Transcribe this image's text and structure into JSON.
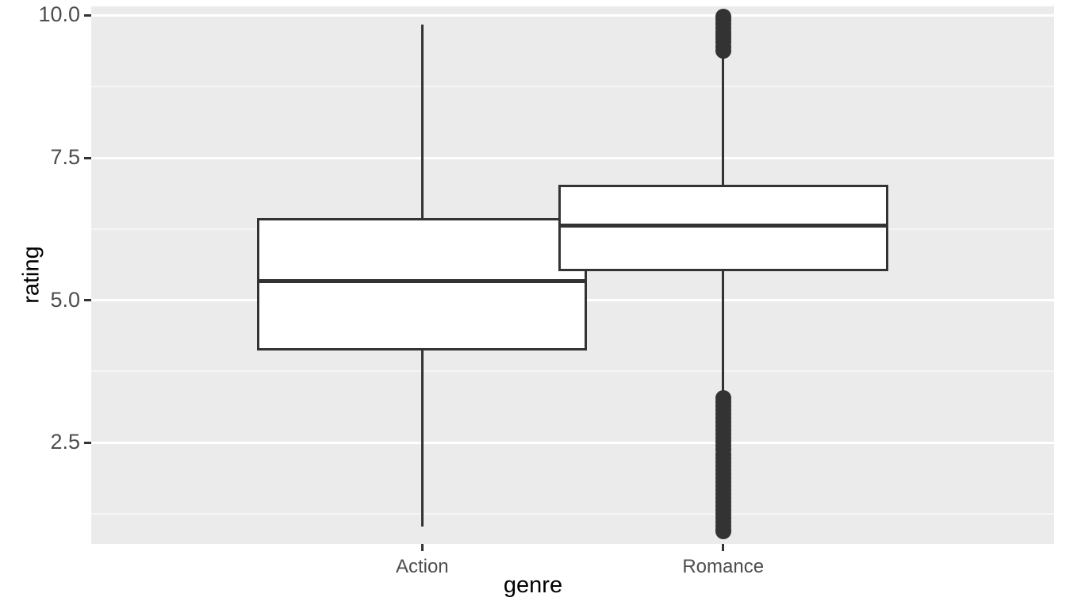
{
  "chart_data": {
    "type": "box",
    "title": "",
    "xlabel": "genre",
    "ylabel": "rating",
    "xcategories": [
      "Action",
      "Romance"
    ],
    "ylim": [
      0.72,
      10.16
    ],
    "yticks": [
      2.5,
      5.0,
      7.5,
      10.0
    ],
    "ytick_labels": [
      "2.5",
      "5.0",
      "7.5",
      "10.0"
    ],
    "yminor_ticks": [
      1.25,
      3.75,
      6.25,
      8.75
    ],
    "grid": true,
    "legend": "none",
    "panel_background": "#EBEBEB",
    "grid_color": "#FFFFFF",
    "ink_color": "#333333",
    "boxes": [
      {
        "name": "Action",
        "lower_whisker": 1.03,
        "q1": 4.12,
        "median": 5.34,
        "q3": 6.44,
        "upper_whisker": 9.84,
        "outliers": []
      },
      {
        "name": "Romance",
        "lower_whisker": 3.28,
        "q1": 5.51,
        "median": 6.31,
        "q3": 7.03,
        "upper_whisker": 9.28,
        "outliers": [
          9.98,
          9.92,
          9.85,
          9.78,
          9.72,
          9.66,
          9.6,
          9.53,
          9.45,
          9.38,
          3.28,
          3.21,
          3.14,
          3.07,
          3.0,
          2.93,
          2.86,
          2.79,
          2.72,
          2.65,
          2.58,
          2.51,
          2.44,
          2.37,
          2.3,
          2.23,
          2.16,
          2.09,
          2.02,
          1.95,
          1.88,
          1.81,
          1.74,
          1.67,
          1.6,
          1.53,
          1.46,
          1.39,
          1.32,
          1.25,
          1.18,
          1.11,
          1.04,
          0.97,
          0.94
        ]
      }
    ]
  },
  "axis": {
    "y_title": "rating",
    "x_title": "genre"
  }
}
